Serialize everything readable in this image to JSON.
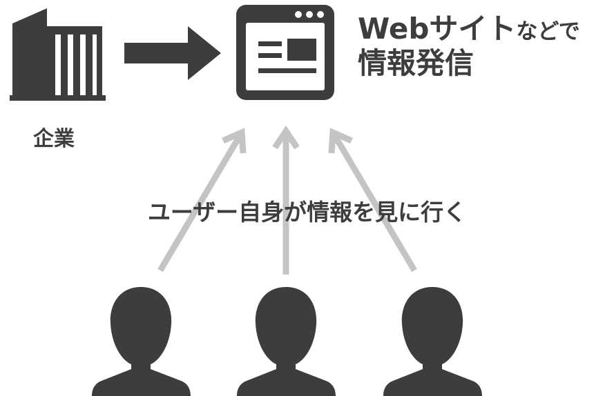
{
  "company_label": "企業",
  "website_title": {
    "line1_main": "Webサイト",
    "line1_suffix": "などで",
    "line2": "情報発信"
  },
  "users_caption": "ユーザー自身が情報を見に行く",
  "icons": {
    "company": "building-icon",
    "website": "browser-window-icon",
    "flow_arrow": "right-arrow-icon",
    "users": "person-silhouette-icon"
  },
  "colors": {
    "icon_dark": "#3d3d3d",
    "arrow_light": "#c4c4c4",
    "background": "#ffffff"
  }
}
